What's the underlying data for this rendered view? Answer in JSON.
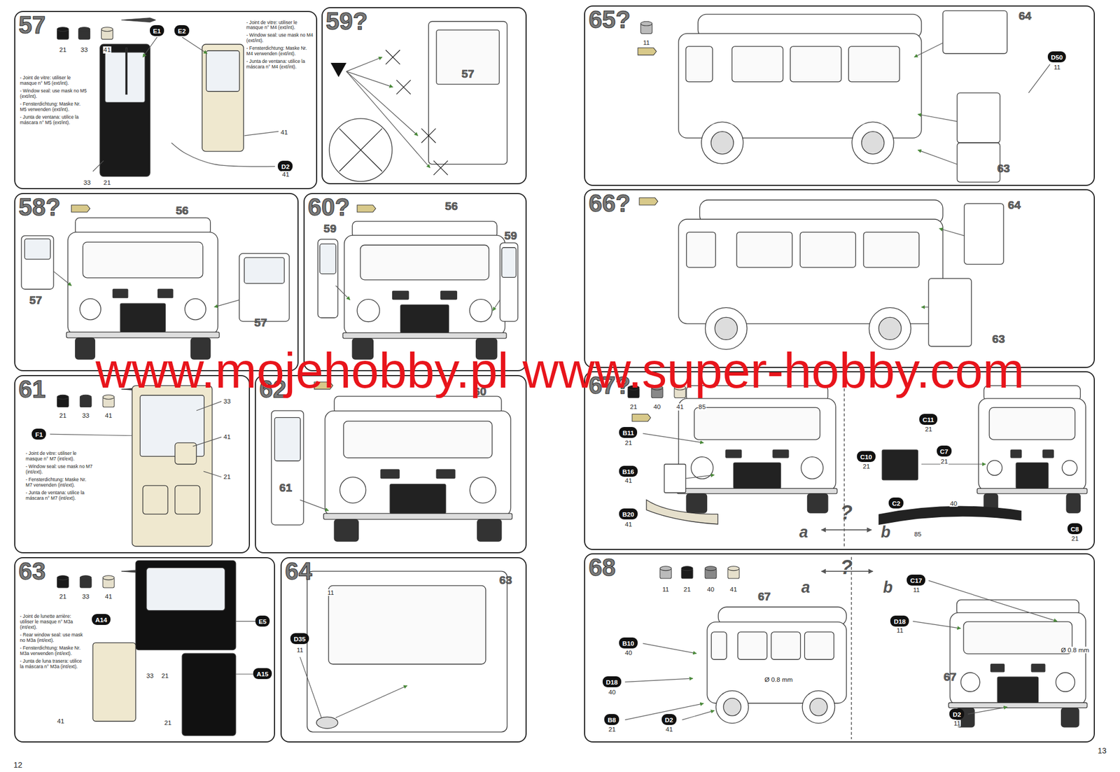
{
  "diagram": {
    "nodes": [
      {
        "text": [
          "57"
        ]
      },
      {
        "text": [
          "E1"
        ],
        "in": 0
      },
      {
        "text": [
          "E2"
        ],
        "in": 0
      },
      {
        "text": [
          "D2"
        ],
        "in": 0
      },
      {
        "text": [
          "59?"
        ]
      },
      {
        "text": [
          "58?"
        ]
      },
      {
        "text": [
          "60?"
        ]
      },
      {
        "text": [
          "61"
        ]
      },
      {
        "text": [
          "F1"
        ],
        "in": 7
      },
      {
        "text": [
          "62"
        ]
      },
      {
        "text": [
          "63"
        ]
      },
      {
        "text": [
          "A14"
        ],
        "in": 10
      },
      {
        "text": [
          "E5"
        ],
        "in": 10
      },
      {
        "text": [
          "A15"
        ],
        "in": 10
      },
      {
        "text": [
          "64"
        ]
      },
      {
        "text": [
          "D35"
        ],
        "in": 14
      },
      {
        "text": [
          "65?"
        ]
      },
      {
        "text": [
          "D50"
        ],
        "in": 16
      },
      {
        "text": [
          "66?"
        ]
      },
      {
        "text": [
          "67?"
        ]
      },
      {
        "text": [
          "B11"
        ],
        "in": 19
      },
      {
        "text": [
          "B16"
        ],
        "in": 19
      },
      {
        "text": [
          "B20"
        ],
        "in": 19
      },
      {
        "text": [
          "C11"
        ],
        "in": 19
      },
      {
        "text": [
          "C10"
        ],
        "in": 19
      },
      {
        "text": [
          "C7"
        ],
        "in": 19
      },
      {
        "text": [
          "C2"
        ],
        "in": 19
      },
      {
        "text": [
          "C8"
        ],
        "in": 19
      },
      {
        "text": [
          "68"
        ]
      },
      {
        "text": [
          "C17"
        ],
        "in": 28
      },
      {
        "text": [
          "D18"
        ],
        "in": 28
      },
      {
        "text": [
          "B10"
        ],
        "in": 28
      },
      {
        "text": [
          "D18"
        ],
        "in": 28
      },
      {
        "text": [
          "B8"
        ],
        "in": 28
      },
      {
        "text": [
          "D2"
        ],
        "in": 28
      },
      {
        "text": [
          "D2"
        ],
        "in": 28
      }
    ],
    "labels": [
      "21",
      "33",
      "41",
      "33",
      "21",
      "41",
      "41",
      "- Joint de vitre: utiliser le masque n° M5 (ext/int).",
      "- Window seal: use mask no M5 (ext/int).",
      "- Fensterdichtung: Maske Nr. M5 verwenden (ext/int).",
      "- Junta de ventana: utilice la máscara n° M5 (ext/int).",
      "- Joint de vitre: utiliser le masque n° M4 (ext/int).",
      "- Window seal: use mask no M4 (ext/int).",
      "- Fensterdichtung: Maske Nr. M4 verwenden (ext/int).",
      "- Junta de ventana: utilice la máscara n° M4 (ext/int).",
      "57",
      "56",
      "57",
      "57",
      "56",
      "59",
      "59",
      "21",
      "33",
      "41",
      "33",
      "41",
      "21",
      "- Joint de vitre: utiliser le masque n° M7 (int/ext).",
      "- Window seal: use mask no M7 (int/ext).",
      "- Fensterdichtung: Maske Nr. M7 verwenden (int/ext).",
      "- Junta de ventana: utilice la máscara n° M7 (int/ext).",
      "60",
      "61",
      "21",
      "33",
      "41",
      "33",
      "21",
      "41",
      "21",
      "- Joint de lunette arrière: utiliser le masque n° M3a (int/ext).",
      "- Rear window seal: use mask no M3a (int/ext).",
      "- Fensterdichtung: Maske Nr. M3a verwenden (int/ext).",
      "- Junta de luna trasera: utilice la máscara n° M3a (int/ext).",
      "11",
      "63",
      "11",
      "11",
      "64",
      "11",
      "63",
      "64",
      "63",
      "21",
      "40",
      "41",
      "85",
      "21",
      "41",
      "41",
      "21",
      "21",
      "21",
      "40",
      "85",
      "21",
      "?",
      "a",
      "b",
      "11",
      "21",
      "40",
      "41",
      "?",
      "a",
      "b",
      "67",
      "11",
      "11",
      "40",
      "40",
      "21",
      "41",
      "Ø 0.8 mm",
      "Ø 0.8 mm",
      "67",
      "11",
      "12",
      "13",
      "www.mojehobby.pl www.super-hobby.com"
    ]
  }
}
